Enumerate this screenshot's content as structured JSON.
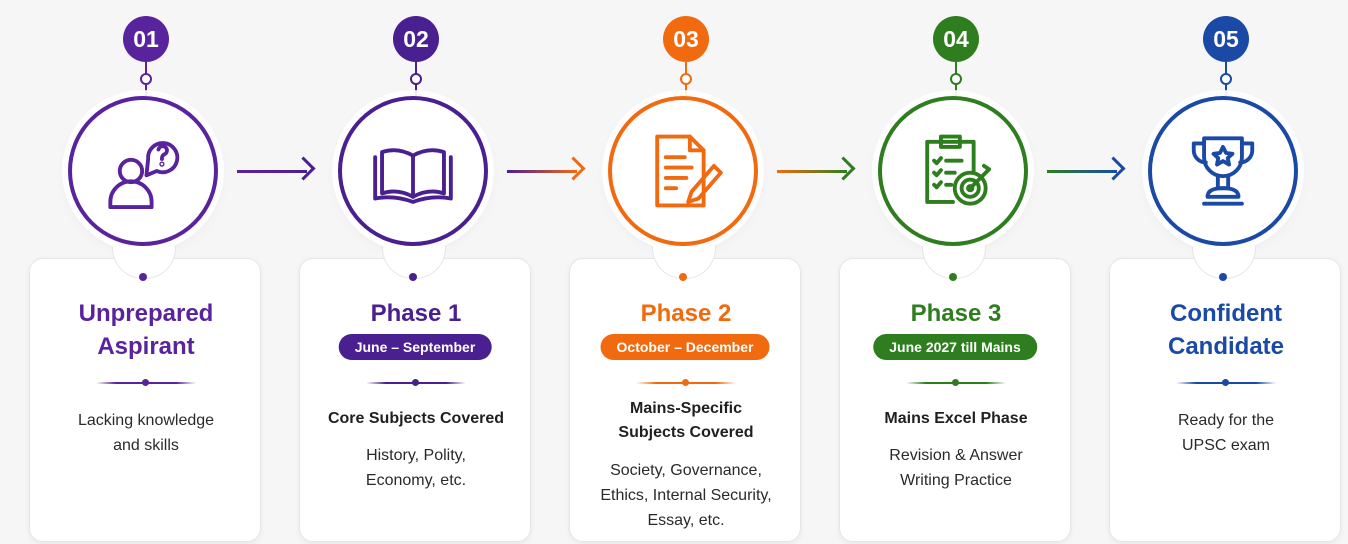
{
  "steps": [
    {
      "number": "01",
      "color": "#5a239e",
      "icon": "person-question-icon",
      "title": "Unprepared\nAspirant",
      "pill": "",
      "subtitle": "",
      "description": "Lacking knowledge\nand skills"
    },
    {
      "number": "02",
      "color": "#4a1f8f",
      "icon": "open-book-icon",
      "title": "Phase 1",
      "pill": "June – September",
      "subtitle": "Core Subjects Covered",
      "description": "History, Polity,\nEconomy, etc."
    },
    {
      "number": "03",
      "color": "#f26a10",
      "icon": "document-pencil-icon",
      "title": "Phase 2",
      "pill": "October – December",
      "subtitle": "Mains-Specific\nSubjects Covered",
      "description": "Society, Governance,\nEthics, Internal Security,\nEssay, etc."
    },
    {
      "number": "04",
      "color": "#2e7d1e",
      "icon": "checklist-target-icon",
      "title": "Phase 3",
      "pill": "June 2027 till Mains",
      "subtitle": "Mains Excel Phase",
      "description": "Revision & Answer\nWriting Practice"
    },
    {
      "number": "05",
      "color": "#1a4aa6",
      "icon": "trophy-star-icon",
      "title": "Confident\nCandidate",
      "pill": "",
      "subtitle": "",
      "description": "Ready for the\nUPSC exam"
    }
  ]
}
